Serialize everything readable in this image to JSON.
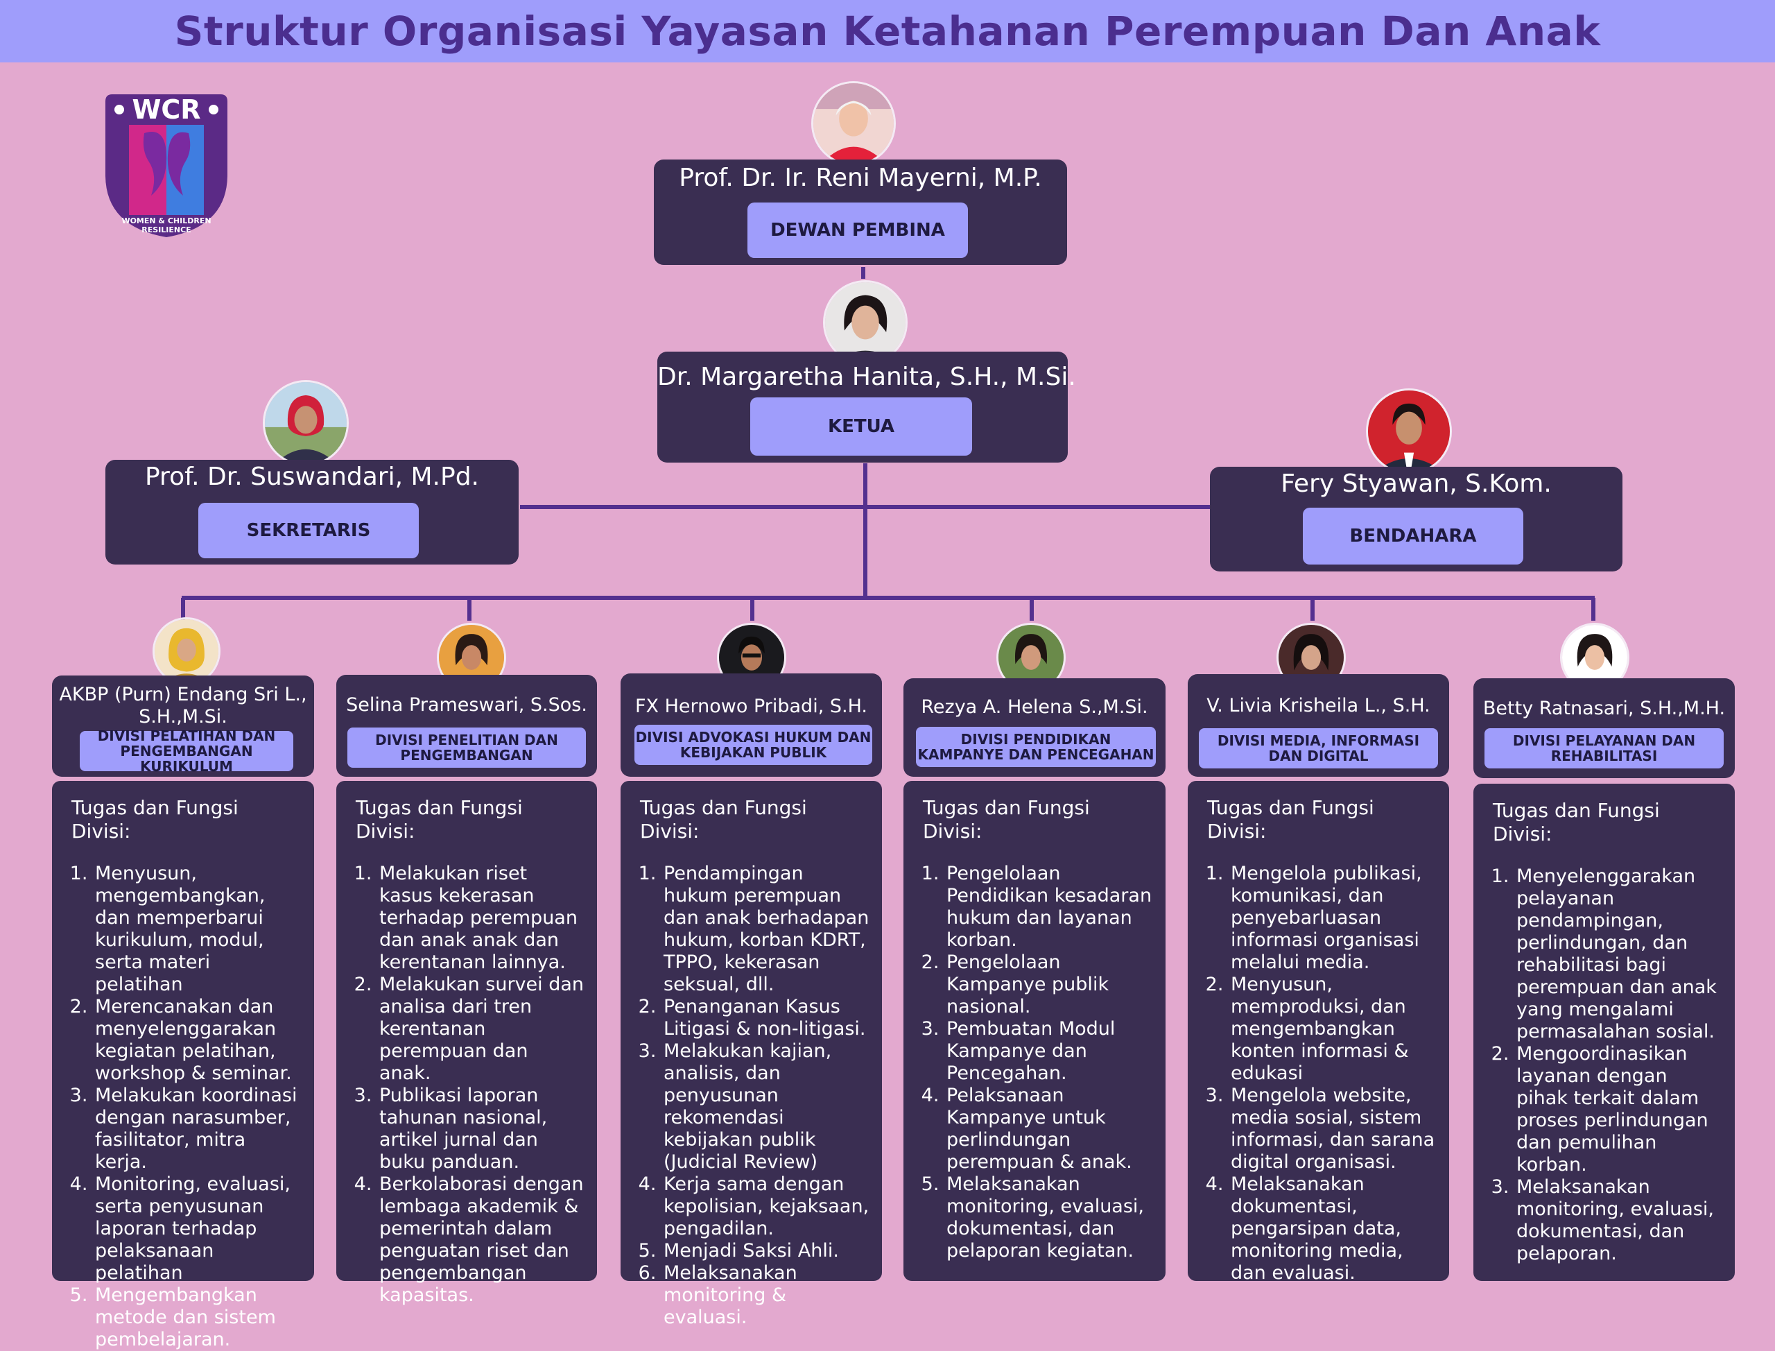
{
  "title": "Struktur Organisasi Yayasan Ketahanan Perempuan Dan Anak",
  "colors": {
    "background": "#e3a9cf",
    "title_bar": "#9f9dfb",
    "title_text": "#4b2e8f",
    "card": "#3a2e52",
    "pill": "#9f9dfb",
    "connector": "#54308f"
  },
  "logo": {
    "icon": "wcr-logo-icon",
    "abbr": "WCR",
    "text": "WOMEN & CHILDREN RESILIENCE"
  },
  "leadership": {
    "dewan_pembina": {
      "name": "Prof. Dr. Ir. Reni Mayerni, M.P.",
      "role": "DEWAN PEMBINA"
    },
    "ketua": {
      "name": "Dr. Margaretha Hanita, S.H., M.Si.",
      "role": "KETUA"
    },
    "sekretaris": {
      "name": "Prof. Dr. Suswandari, M.Pd.",
      "role": "SEKRETARIS"
    },
    "bendahara": {
      "name": "Fery Styawan, S.Kom.",
      "role": "BENDAHARA"
    }
  },
  "task_heading": "Tugas dan Fungsi Divisi:",
  "divisions": [
    {
      "name": "AKBP (Purn) Endang Sri L., S.H.,M.Si.",
      "division": "DIVISI PELATIHAN DAN PENGEMBANGAN KURIKULUM",
      "tasks": [
        "Menyusun, mengembangkan, dan memperbarui kurikulum, modul, serta materi pelatihan",
        "Merencanakan dan menyelenggarakan kegiatan pelatihan, workshop & seminar.",
        "Melakukan koordinasi dengan narasumber, fasilitator, mitra kerja.",
        "Monitoring, evaluasi, serta penyusunan laporan terhadap pelaksanaan pelatihan",
        "Mengembangkan metode dan sistem pembelajaran."
      ]
    },
    {
      "name": "Selina Prameswari, S.Sos.",
      "division": "DIVISI PENELITIAN DAN PENGEMBANGAN",
      "tasks": [
        "Melakukan riset kasus kekerasan terhadap perempuan dan anak anak dan kerentanan lainnya.",
        "Melakukan survei dan analisa dari tren kerentanan perempuan dan anak.",
        "Publikasi laporan tahunan nasional, artikel jurnal dan buku panduan.",
        "Berkolaborasi dengan lembaga akademik & pemerintah dalam penguatan riset dan pengembangan kapasitas."
      ]
    },
    {
      "name": "FX Hernowo Pribadi, S.H.",
      "division": "DIVISI ADVOKASI HUKUM DAN KEBIJAKAN PUBLIK",
      "tasks": [
        "Pendampingan hukum perempuan dan anak berhadapan hukum, korban KDRT, TPPO, kekerasan seksual, dll.",
        "Penanganan Kasus Litigasi & non-litigasi.",
        "Melakukan kajian, analisis, dan penyusunan rekomendasi kebijakan publik (Judicial Review)",
        "Kerja sama dengan kepolisian, kejaksaan, pengadilan.",
        "Menjadi Saksi Ahli.",
        "Melaksanakan monitoring & evaluasi."
      ]
    },
    {
      "name": "Rezya A. Helena S.,M.Si.",
      "division": "DIVISI PENDIDIKAN KAMPANYE DAN PENCEGAHAN",
      "tasks": [
        "Pengelolaan Pendidikan kesadaran hukum dan layanan korban.",
        "Pengelolaan Kampanye publik nasional.",
        "Pembuatan Modul Kampanye dan Pencegahan.",
        "Pelaksanaan Kampanye untuk perlindungan perempuan & anak.",
        "Melaksanakan monitoring, evaluasi, dokumentasi, dan pelaporan kegiatan."
      ]
    },
    {
      "name": "V. Livia Krisheila L., S.H.",
      "division": "DIVISI MEDIA, INFORMASI DAN DIGITAL",
      "tasks": [
        "Mengelola publikasi, komunikasi, dan penyebarluasan informasi organisasi melalui media.",
        "Menyusun, memproduksi, dan mengembangkan konten informasi & edukasi",
        "Mengelola website, media sosial, sistem informasi, dan sarana digital organisasi.",
        "Melaksanakan dokumentasi, pengarsipan data, monitoring media, dan evaluasi."
      ]
    },
    {
      "name": "Betty Ratnasari, S.H.,M.H.",
      "division": "DIVISI PELAYANAN DAN REHABILITASI",
      "tasks": [
        "Menyelenggarakan pelayanan pendampingan, perlindungan, dan rehabilitasi bagi perempuan dan anak yang mengalami permasalahan sosial.",
        "Mengoordinasikan layanan dengan pihak terkait dalam proses perlindungan dan pemulihan korban.",
        "Melaksanakan monitoring, evaluasi, dokumentasi, dan pelaporan."
      ]
    }
  ]
}
